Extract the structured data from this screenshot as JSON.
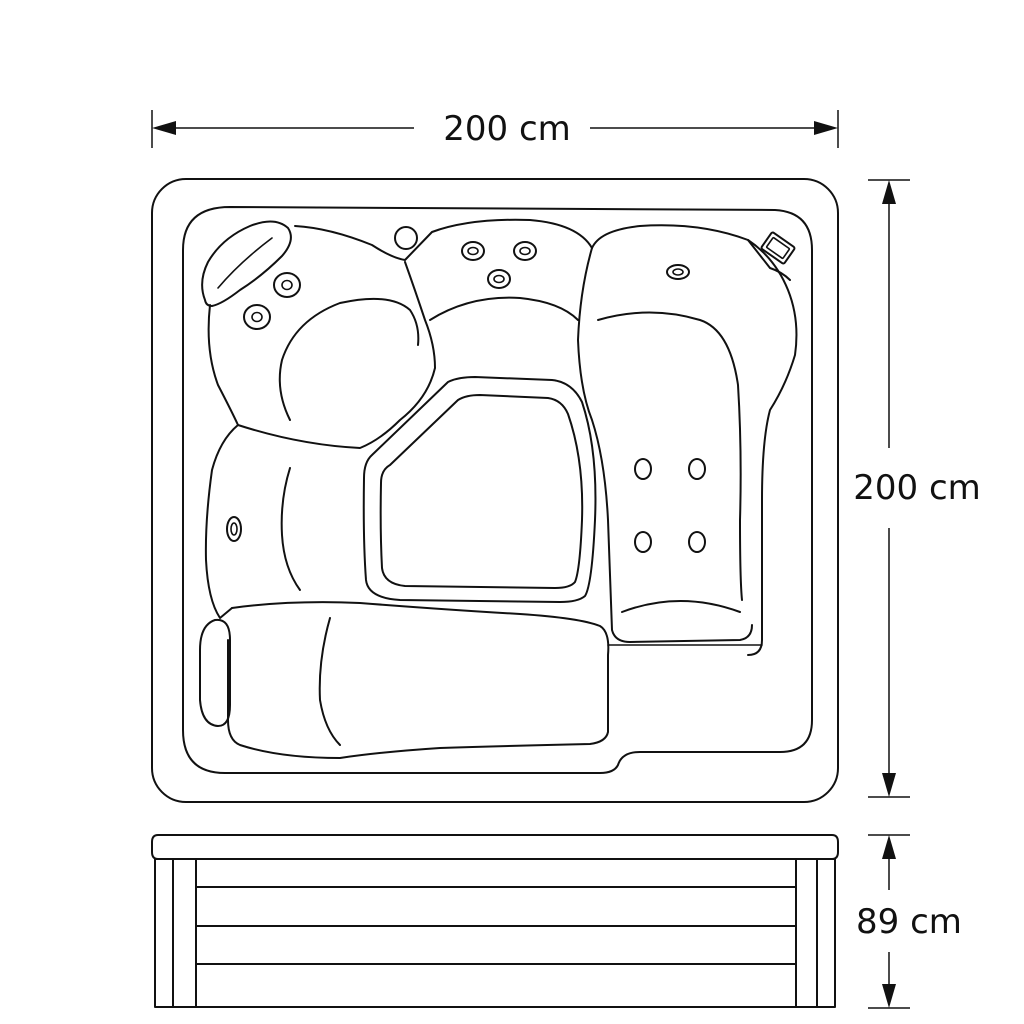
{
  "dimensions": {
    "width_label": "200 cm",
    "length_label": "200 cm",
    "height_label": "89 cm"
  }
}
